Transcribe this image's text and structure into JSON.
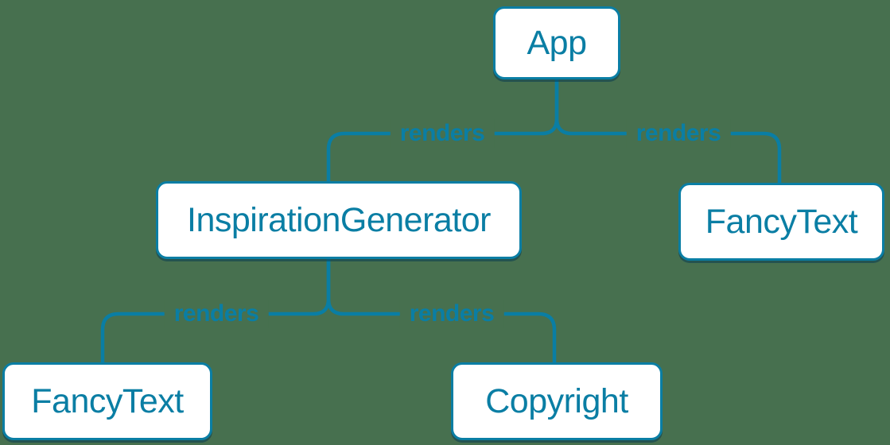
{
  "theme": {
    "background": "#47704f",
    "accent": "#0a7ea4",
    "node_fill": "#ffffff",
    "node_shadow": "rgba(8,60,82,0.55)"
  },
  "diagram": {
    "type": "component-render-tree",
    "nodes": [
      {
        "id": "app",
        "label": "App"
      },
      {
        "id": "inspiration-generator",
        "label": "InspirationGenerator"
      },
      {
        "id": "fancy-text-top",
        "label": "FancyText"
      },
      {
        "id": "fancy-text-bottom",
        "label": "FancyText"
      },
      {
        "id": "copyright",
        "label": "Copyright"
      }
    ],
    "edges": [
      {
        "from": "app",
        "to": "inspiration-generator",
        "label": "renders"
      },
      {
        "from": "app",
        "to": "fancy-text-top",
        "label": "renders"
      },
      {
        "from": "inspiration-generator",
        "to": "fancy-text-bottom",
        "label": "renders"
      },
      {
        "from": "inspiration-generator",
        "to": "copyright",
        "label": "renders"
      }
    ]
  }
}
